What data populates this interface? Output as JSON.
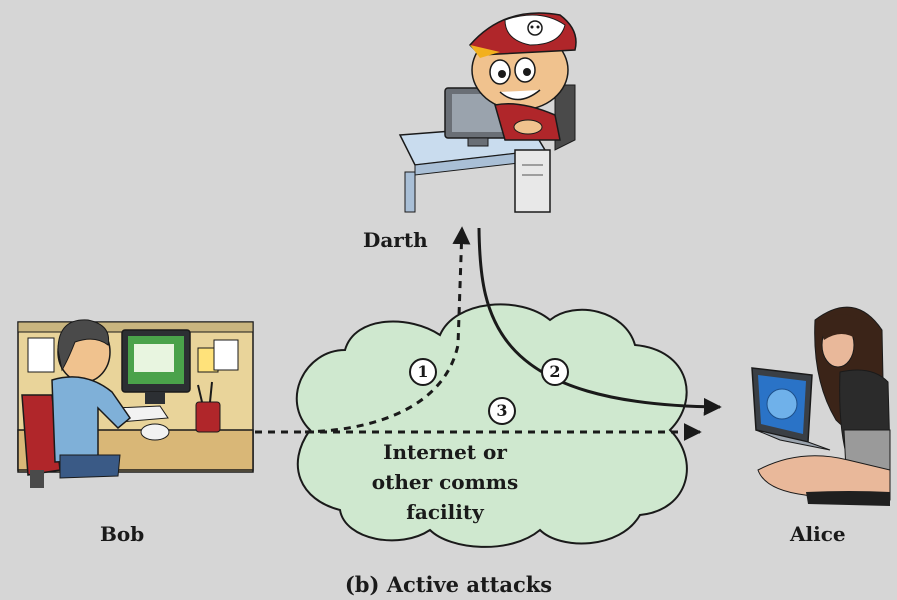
{
  "nodes": {
    "darth": "Darth",
    "bob": "Bob",
    "alice": "Alice"
  },
  "cloud": {
    "line1": "Internet or",
    "line2": "other comms facility"
  },
  "steps": [
    "1",
    "2",
    "3"
  ],
  "caption": "(b) Active attacks",
  "colors": {
    "background": "#d6d6d6",
    "cloud_fill": "#cfe8cf",
    "arrow": "#1a1a1a"
  }
}
